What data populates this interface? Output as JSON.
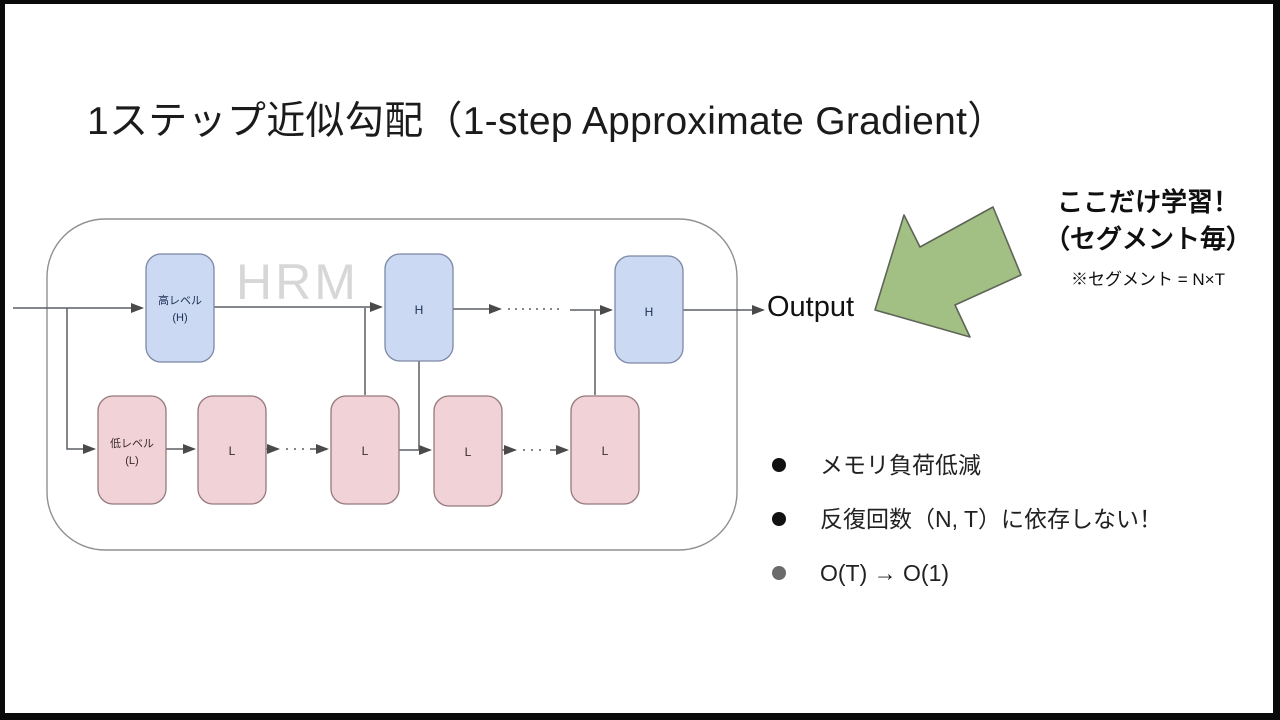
{
  "slide": {
    "title": "1ステップ近似勾配（1-step Approximate Gradient）",
    "watermark": "HRM",
    "output_label": "Output"
  },
  "diagram": {
    "high_box1": {
      "line1": "高レベル",
      "line2": "(H)"
    },
    "high_box2": "H",
    "high_box3": "H",
    "low_box1": {
      "line1": "低レベル",
      "line2": "(L)"
    },
    "low_box2": "L",
    "low_box3": "L",
    "low_box4": "L",
    "low_box5": "L"
  },
  "annotation": {
    "line1": "ここだけ学習！",
    "line2": "（セグメント毎）",
    "note": "※セグメント = N×T"
  },
  "bullets": [
    {
      "text": "メモリ負荷低減"
    },
    {
      "text": "反復回数（N, T）に依存しない！"
    },
    {
      "text": "O(T) → O(1)"
    }
  ],
  "colors": {
    "high_box_fill": "#ccd9f2",
    "high_box_border": "#7c88a6",
    "low_box_fill": "#f1d2d6",
    "low_box_border": "#94797e",
    "green_arrow_fill": "#a2c083",
    "green_arrow_border": "#5f6458",
    "watermark_gray": "#d7d7d7",
    "line_gray": "#5a5e63"
  }
}
